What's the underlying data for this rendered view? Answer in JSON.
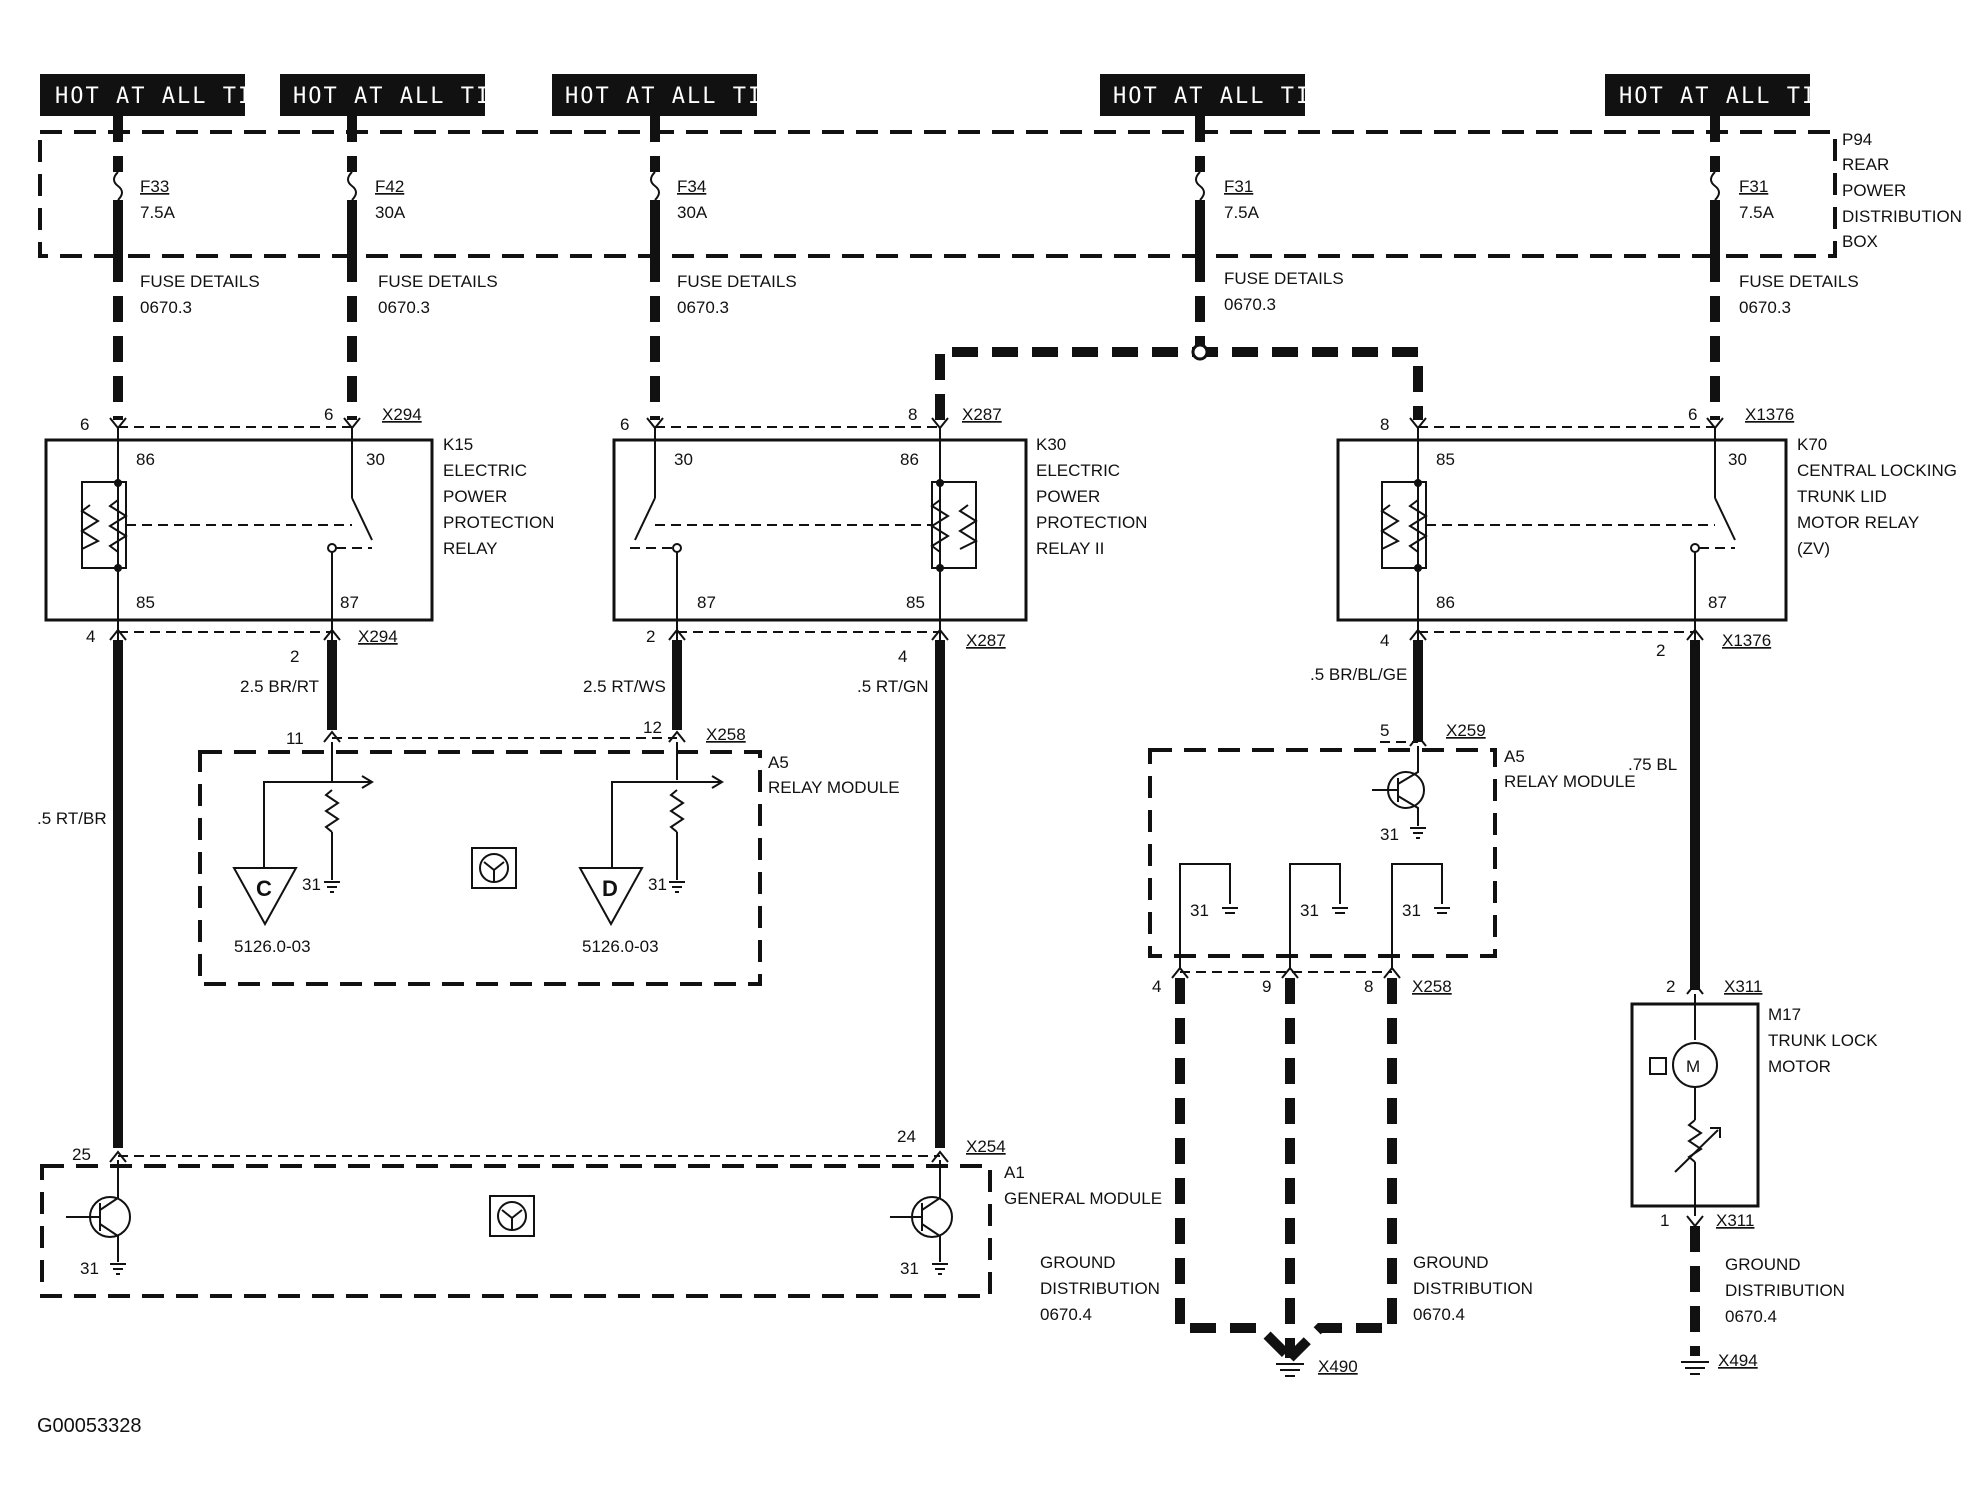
{
  "hot_labels": [
    "HOT AT ALL TIMES",
    "HOT AT ALL TIMES",
    "HOT AT ALL TIMES",
    "HOT AT ALL TIMES",
    "HOT AT ALL TIMES"
  ],
  "fuse_box": {
    "id": "P94",
    "lines": [
      "REAR",
      "POWER",
      "DISTRIBUTION",
      "BOX"
    ]
  },
  "fuses": [
    {
      "id": "F33",
      "rating": "7.5A"
    },
    {
      "id": "F42",
      "rating": "30A"
    },
    {
      "id": "F34",
      "rating": "30A"
    },
    {
      "id": "F31",
      "rating": "7.5A"
    },
    {
      "id": "F31",
      "rating": "7.5A"
    }
  ],
  "fuse_details": {
    "title": "FUSE DETAILS",
    "ref": "0670.3"
  },
  "connectors": {
    "x294": "X294",
    "x287": "X287",
    "x1376": "X1376",
    "x258": "X258",
    "x259": "X259",
    "x254": "X254",
    "x311": "X311",
    "x490": "X490",
    "x494": "X494"
  },
  "relays": [
    {
      "id": "K15",
      "lines": [
        "ELECTRIC",
        "POWER",
        "PROTECTION",
        "RELAY"
      ]
    },
    {
      "id": "K30",
      "lines": [
        "ELECTRIC",
        "POWER",
        "PROTECTION",
        "RELAY II"
      ]
    },
    {
      "id": "K70",
      "lines": [
        "CENTRAL LOCKING",
        "TRUNK LID",
        "MOTOR RELAY",
        "(ZV)"
      ]
    }
  ],
  "relay_pins": {
    "p86": "86",
    "p85": "85",
    "p30": "30",
    "p87": "87"
  },
  "pin_numbers": {
    "n6": "6",
    "n8": "8",
    "n4": "4",
    "n2": "2",
    "n11": "11",
    "n12": "12",
    "n5": "5",
    "n9": "9",
    "n25": "25",
    "n24": "24",
    "n1": "1",
    "n31": "31"
  },
  "wire_labels": {
    "w1": "2.5 BR/RT",
    "w2": "2.5 RT/WS",
    "w3": ".5 RT/GN",
    "w4": ".5 RT/BR",
    "w5": ".5 BR/BL/GE",
    "w6": ".75 BL"
  },
  "relay_module": {
    "id": "A5",
    "name": "RELAY MODULE"
  },
  "general_module": {
    "id": "A1",
    "name": "GENERAL MODULE"
  },
  "motor": {
    "id": "M17",
    "lines": [
      "TRUNK LOCK",
      "MOTOR"
    ],
    "symbol": "M"
  },
  "triangles": {
    "c": "C",
    "d": "D",
    "ref": "5126.0-03"
  },
  "ground_dist": {
    "l1": "GROUND",
    "l2": "DISTRIBUTION",
    "ref": "0670.4"
  },
  "figure_id": "G00053328"
}
